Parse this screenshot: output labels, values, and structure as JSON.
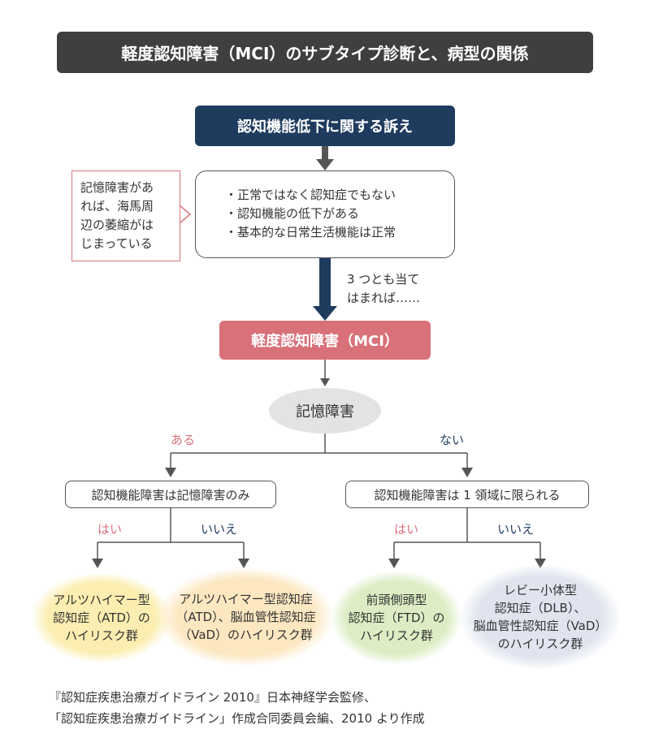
{
  "title": "軽度認知障害（MCI）のサブタイプ診断と、病型の関係",
  "top_box": "認知機能低下に関する訴え",
  "criteria": [
    "・正常ではなく認知症でもない",
    "・認知機能の低下がある",
    "・基本的な日常生活機能は正常"
  ],
  "note": [
    "記憶障害があ",
    "れば、海馬周",
    "辺の萎縮がは",
    "じまっている"
  ],
  "condition": [
    "3 つとも当て",
    "はまれば……"
  ],
  "mci_box": "軽度認知障害（MCI）",
  "memory": "記憶障害",
  "memory_yes": "ある",
  "memory_no": "ない",
  "left_question": "認知機能障害は記憶障害のみ",
  "right_question": "認知機能障害は 1 領域に限られる",
  "yes_label": "はい",
  "no_label": "いいえ",
  "outcomes": {
    "atd": [
      "アルツハイマー型",
      "認知症（ATD）の",
      "ハイリスク群"
    ],
    "mixed": [
      "アルツハイマー型認知症",
      "（ATD）、脳血管性認知症",
      "（VaD）のハイリスク群"
    ],
    "ftd": [
      "前頭側頭型",
      "認知症（FTD）の",
      "ハイリスク群"
    ],
    "dlb": [
      "レビー小体型",
      "認知症（DLB）、",
      "脳血管性認知症（VaD）",
      "のハイリスク群"
    ]
  },
  "source": [
    "『認知症疾患治療ガイドライン 2010』日本神経学会監修、",
    "「認知症疾患治療ガイドライン」作成合同委員会編、2010 より作成"
  ],
  "colors": {
    "navy": "#1f3c5f",
    "mci_red": "#d9717a",
    "title_bg": "#3f3f3f",
    "line": "#555555"
  }
}
